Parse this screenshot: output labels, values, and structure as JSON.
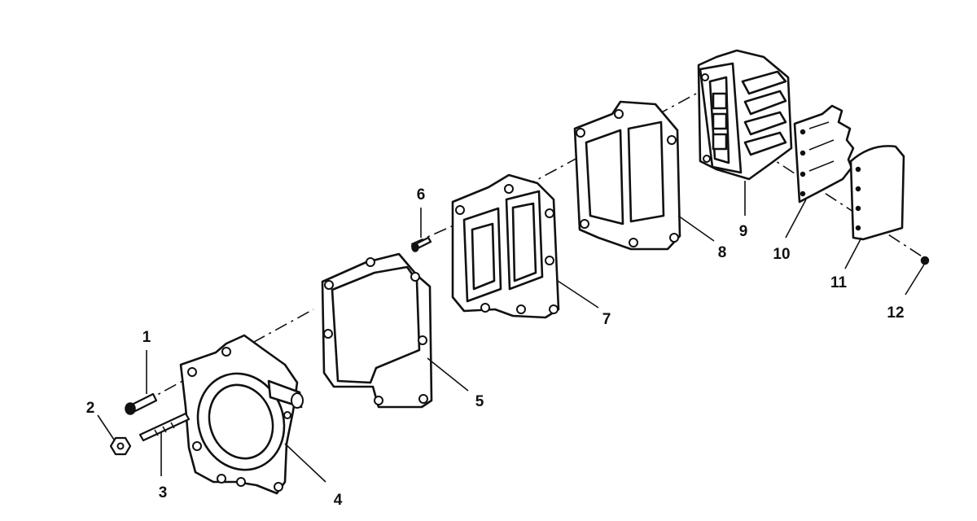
{
  "parts": [
    {
      "id": "1",
      "label": "1"
    },
    {
      "id": "2",
      "label": "2"
    },
    {
      "id": "3",
      "label": "3"
    },
    {
      "id": "4",
      "label": "4"
    },
    {
      "id": "5",
      "label": "5"
    },
    {
      "id": "6",
      "label": "6"
    },
    {
      "id": "7",
      "label": "7"
    },
    {
      "id": "8",
      "label": "8"
    },
    {
      "id": "9",
      "label": "9"
    },
    {
      "id": "10",
      "label": "10"
    },
    {
      "id": "11",
      "label": "11"
    },
    {
      "id": "12",
      "label": "12"
    }
  ]
}
